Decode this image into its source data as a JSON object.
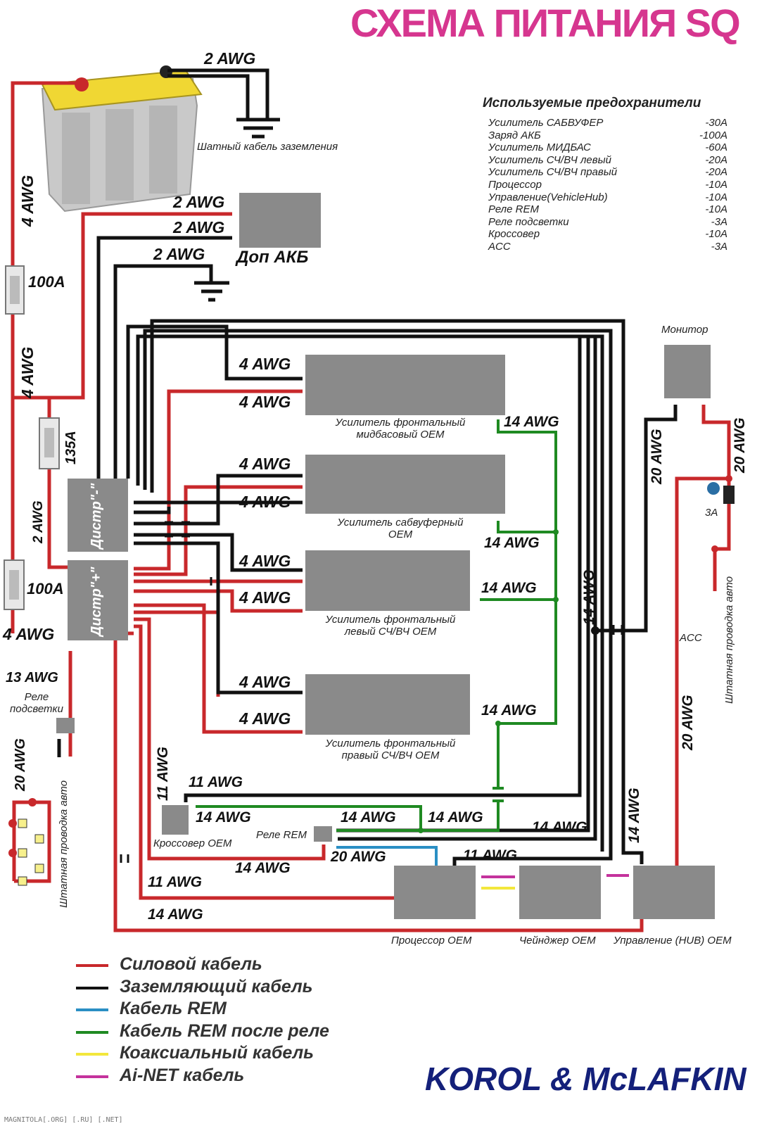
{
  "title": "СХЕМА ПИТАНИЯ SQ",
  "watermark": "MAGNITOLA[.ORG] [.RU] [.NET]",
  "brand": "KOROL & McLAFKIN",
  "colors": {
    "power": "#c8282b",
    "ground": "#111111",
    "rem": "#2a8fc4",
    "rem_relay": "#1f8a22",
    "coax": "#f3e73c",
    "ainet": "#c4329c",
    "device": "#8a8a8a",
    "title": "#d6368f",
    "brand": "#14207a"
  },
  "fuses": {
    "heading": "Используемые предохранители",
    "items": [
      {
        "name": "Усилитель САБВУФЕР",
        "value": "-30A"
      },
      {
        "name": "Заряд АКБ",
        "value": "-100A"
      },
      {
        "name": "Усилитель МИДБАС",
        "value": "-60A"
      },
      {
        "name": "Усилитель СЧ/ВЧ левый",
        "value": "-20A"
      },
      {
        "name": "Усилитель СЧ/ВЧ правый",
        "value": "-20A"
      },
      {
        "name": "Процессор",
        "value": "-10A"
      },
      {
        "name": "Управление(VehicleHub)",
        "value": "-10A"
      },
      {
        "name": "Реле REM",
        "value": "-10A"
      },
      {
        "name": "Реле подсветки",
        "value": "-3A"
      },
      {
        "name": "Кроссовер",
        "value": "-10A"
      },
      {
        "name": "ACC",
        "value": "-3A"
      }
    ]
  },
  "labels": {
    "ground_cable": "Шатный кабель заземления",
    "extra_battery": "Доп АКБ",
    "monitor": "Монитор",
    "fuse_100a_top": "100A",
    "fuse_135a": "135A",
    "fuse_100a_bottom": "100A",
    "fuse_3a": "3A",
    "dist_minus": "Дистр\"-\"",
    "dist_plus": "Дистр\"+\"",
    "amp_mid": "Усилитель фронтальный мидбасовый OEM",
    "amp_sub": "Усилитель сабвуферный OEM",
    "amp_left": "Усилитель фронтальный левый СЧ/ВЧ OEM",
    "amp_right": "Усилитель фронтальный правый СЧ/ВЧ OEM",
    "crossover": "Кроссовер OEM",
    "rem_relay": "Реле REM",
    "processor": "Процессор OEM",
    "changer": "Чейнджер OEM",
    "hub": "Управление (HUB) OEM",
    "backlight_relay": "Реле подсветки",
    "acc": "ACC",
    "stock_wiring_left": "Штатная проводка авто",
    "stock_wiring_right": "Штатная проводка авто"
  },
  "awg": {
    "a2_top": "2 AWG",
    "a2_akb1": "2 AWG",
    "a2_akb2": "2 AWG",
    "a2_akb3": "2 AWG",
    "a4_v1": "4 AWG",
    "a4_v2": "4 AWG",
    "a2_v": "2 AWG",
    "a4_bottom": "4 AWG",
    "a13": "13 AWG",
    "a20_left": "20 AWG",
    "a4_mid1": "4 AWG",
    "a4_mid2": "4 AWG",
    "a4_sub1": "4 AWG",
    "a4_sub2": "4 AWG",
    "a4_left1": "4 AWG",
    "a4_left2": "4 AWG",
    "a4_right1": "4 AWG",
    "a4_right2": "4 AWG",
    "a14_mid": "14 AWG",
    "a14_sub": "14 AWG",
    "a14_left": "14 AWG",
    "a14_right": "14 AWG",
    "a11_v": "11 AWG",
    "a11_h1": "11 AWG",
    "a14_cross": "14 AWG",
    "a14_relay1": "14 AWG",
    "a14_relay2": "14 AWG",
    "a14_relay3": "14 AWG",
    "a20_rem": "20 AWG",
    "a11_proc": "11 AWG",
    "a14_low": "14 AWG",
    "a11_low": "11 AWG",
    "a14_bottom": "14 AWG",
    "a20_mon": "20 AWG",
    "a20_right": "20 AWG",
    "a14_vert_r": "14 AWG",
    "a20_acc": "20 AWG",
    "a14_vert_r2": "14 AWG"
  },
  "legend": [
    {
      "text": "Силовой кабель",
      "color": "#c8282b"
    },
    {
      "text": "Заземляющий кабель",
      "color": "#111111"
    },
    {
      "text": "Кабель REM",
      "color": "#2a8fc4"
    },
    {
      "text": "Кабель REM после реле",
      "color": "#1f8a22"
    },
    {
      "text": "Коаксиальный кабель",
      "color": "#f3e73c"
    },
    {
      "text": "Ai-NET кабель",
      "color": "#c4329c"
    }
  ]
}
